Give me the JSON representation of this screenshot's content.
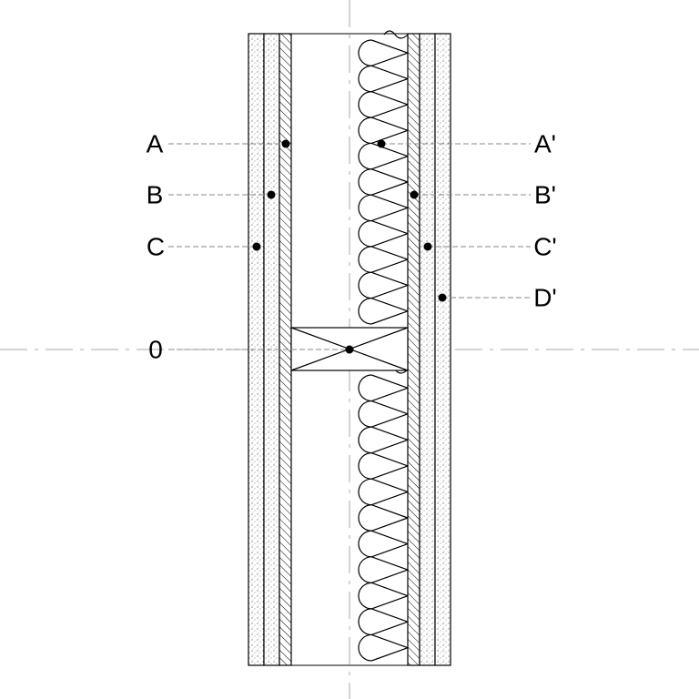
{
  "diagram": {
    "labels_left": {
      "a": "A",
      "b": "B",
      "c": "C",
      "zero": "0"
    },
    "labels_right": {
      "a_prime": "A'",
      "b_prime": "B'",
      "c_prime": "C'",
      "d_prime": "D'"
    }
  },
  "colors": {
    "line": "#000000",
    "leader": "#888888",
    "background": "#ffffff"
  },
  "icons": {
    "insulation": "batt-insulation-hatch",
    "blocking": "timber-blocking-cross",
    "sheathing": "diagonal-hatch",
    "gypsum": "stipple-fill"
  }
}
